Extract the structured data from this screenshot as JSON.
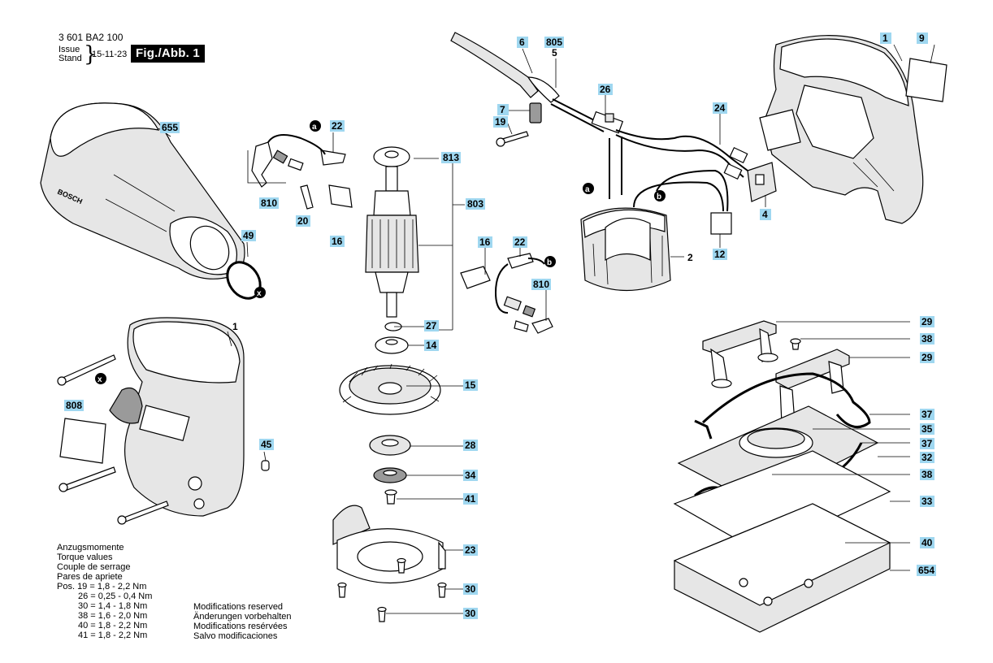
{
  "header": {
    "part_number": "3 601 BA2 100",
    "issue_label": "Issue",
    "stand_label": "Stand",
    "issue_date": "15-11-23",
    "figure_label": "Fig./Abb. 1"
  },
  "torque": {
    "title_de": "Anzugsmomente",
    "title_en": "Torque values",
    "title_fr": "Couple de serrage",
    "title_es": "Pares de apriete",
    "rows": [
      "Pos. 19  = 1,8   - 2,2 Nm",
      "26  = 0,25 - 0,4 Nm",
      "30  = 1,4   - 1,8 Nm",
      "38  = 1,6   - 2,0 Nm",
      "40  = 1,8   - 2,2 Nm",
      "41  = 1,8   - 2,2 Nm"
    ]
  },
  "modifications": {
    "en": "Modifications reserved",
    "de": "Änderungen vorbehalten",
    "fr": "Modifications resérvées",
    "es": "Salvo modificaciones"
  },
  "callouts": {
    "c655": "655",
    "c49": "49",
    "c1a": "1",
    "c808": "808",
    "c45": "45",
    "c810a": "810",
    "c20": "20",
    "c16a": "16",
    "c22a": "22",
    "c813": "813",
    "c803": "803",
    "c27": "27",
    "c14": "14",
    "c15": "15",
    "c28": "28",
    "c34": "34",
    "c41": "41",
    "c23": "23",
    "c30a": "30",
    "c30b": "30",
    "c16b": "16",
    "c22b": "22",
    "c810b": "810",
    "c6": "6",
    "c805": "805",
    "c5": "5",
    "c26": "26",
    "c7": "7",
    "c19": "19",
    "c24": "24",
    "c4": "4",
    "c12": "12",
    "c2": "2",
    "c1b": "1",
    "c9": "9",
    "c29a": "29",
    "c38a": "38",
    "c29b": "29",
    "c37a": "37",
    "c35": "35",
    "c37b": "37",
    "c32": "32",
    "c38b": "38",
    "c33": "33",
    "c40": "40",
    "c654": "654"
  },
  "markers": {
    "a1": "a",
    "a2": "a",
    "b1": "b",
    "b2": "b",
    "x1": "x",
    "x2": "x"
  },
  "housing_brand": "BOSCH"
}
